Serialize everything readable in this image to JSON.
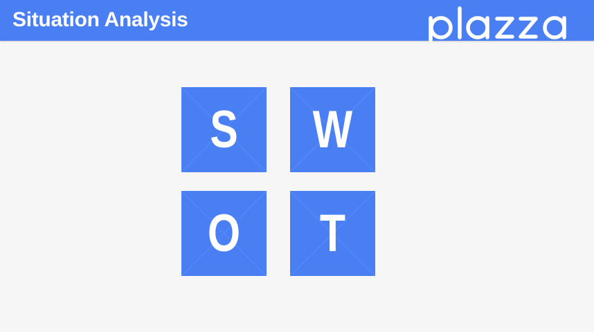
{
  "header": {
    "title": "Situation Analysis",
    "logo_text": "plazza"
  },
  "swot": {
    "tiles": [
      {
        "letter": "S"
      },
      {
        "letter": "W"
      },
      {
        "letter": "O"
      },
      {
        "letter": "T"
      }
    ]
  },
  "colors": {
    "accent": "#4a7ff3",
    "background": "#f6f6f6",
    "text_on_accent": "#ffffff"
  }
}
